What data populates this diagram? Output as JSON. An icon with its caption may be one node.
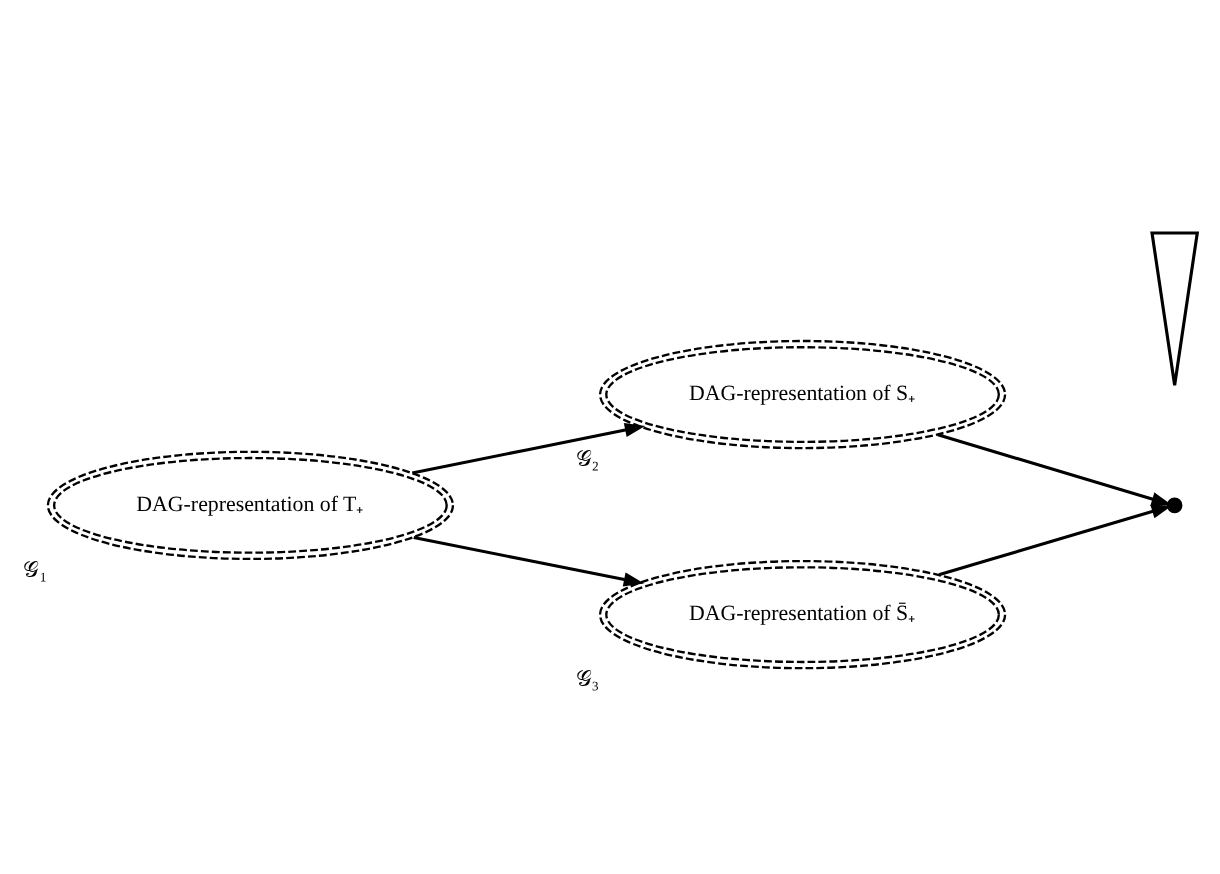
{
  "diagram": {
    "nodes": [
      {
        "text": [
          "DAG-representation of T₊"
        ],
        "beside": [
          "𝒢₁"
        ]
      },
      {
        "text": [
          "DAG-representation of S₊"
        ],
        "beside": [
          "𝒢₂"
        ]
      },
      {
        "text": [
          "DAG-representation of S̄₊"
        ],
        "beside": [
          "𝒢₃"
        ]
      },
      {
        "text": [],
        "shape": "circle"
      },
      {
        "text": [],
        "shape": "triangle"
      }
    ],
    "edges": [
      {
        "from": 0,
        "to": 1,
        "arrow": "to"
      },
      {
        "from": 0,
        "to": 2,
        "arrow": "to"
      },
      {
        "from": 1,
        "to": 3,
        "arrow": "to"
      },
      {
        "from": 2,
        "to": 3,
        "arrow": "to"
      }
    ]
  }
}
